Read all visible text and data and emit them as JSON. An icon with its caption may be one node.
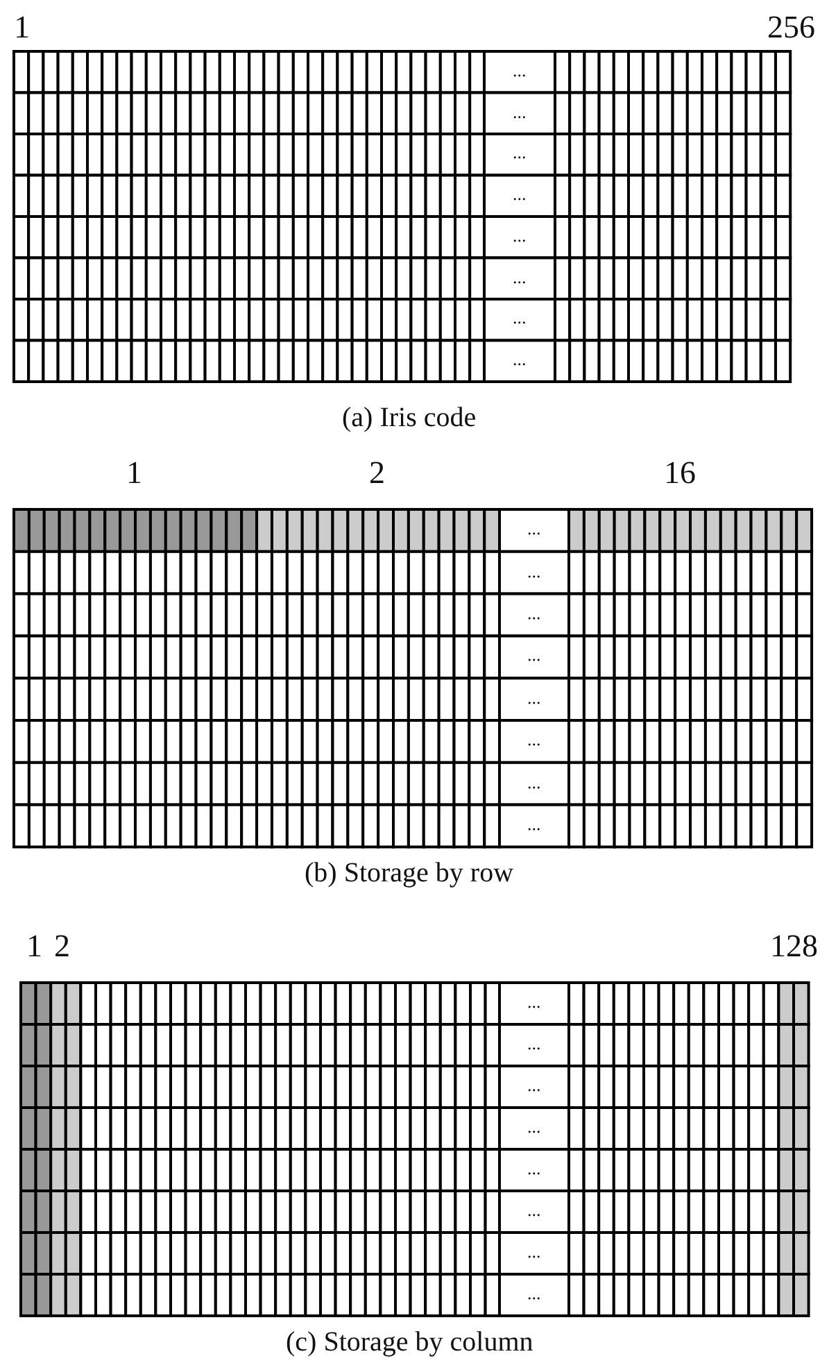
{
  "diagram": {
    "labels": [
      "1",
      "256",
      "...",
      "...",
      "...",
      "...",
      "...",
      "...",
      "...",
      "...",
      "(a) Iris code",
      "1",
      "2",
      "16",
      "...",
      "...",
      "...",
      "...",
      "...",
      "...",
      "...",
      "...",
      "(b) Storage by row",
      "1",
      "2",
      "128",
      "...",
      "...",
      "...",
      "...",
      "...",
      "...",
      "...",
      "...",
      "(c) Storage by column"
    ]
  }
}
